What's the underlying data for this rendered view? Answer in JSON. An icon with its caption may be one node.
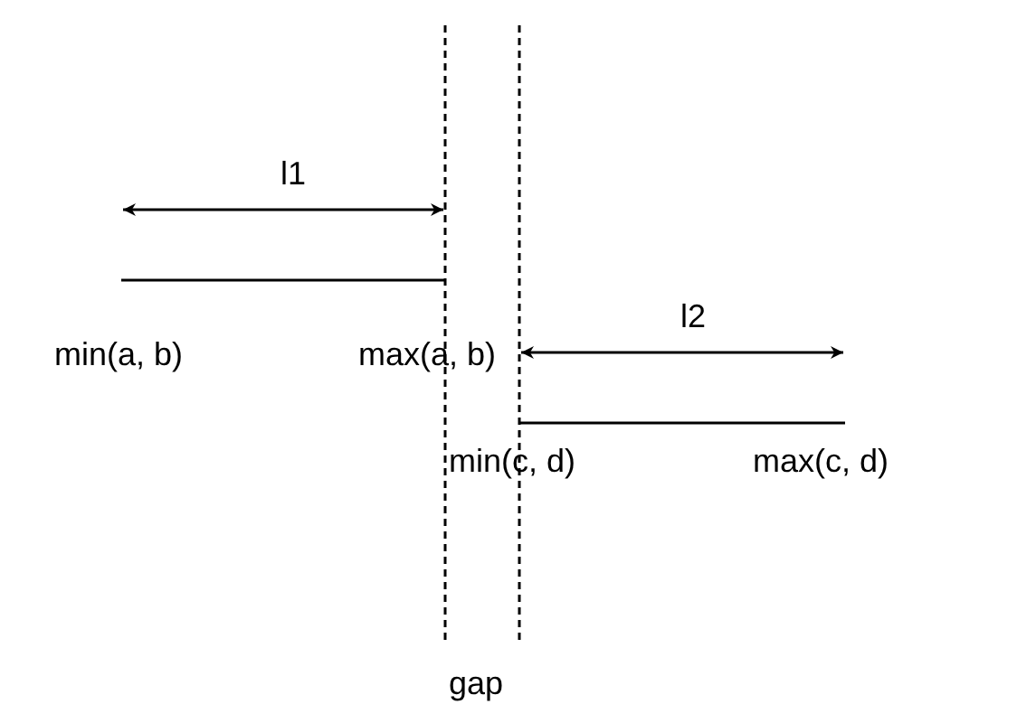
{
  "diagram": {
    "labels": [
      "l1",
      "l2",
      "min(a, b)",
      "max(a, b)",
      "min(c, d)",
      "max(c, d)",
      "gap"
    ]
  }
}
